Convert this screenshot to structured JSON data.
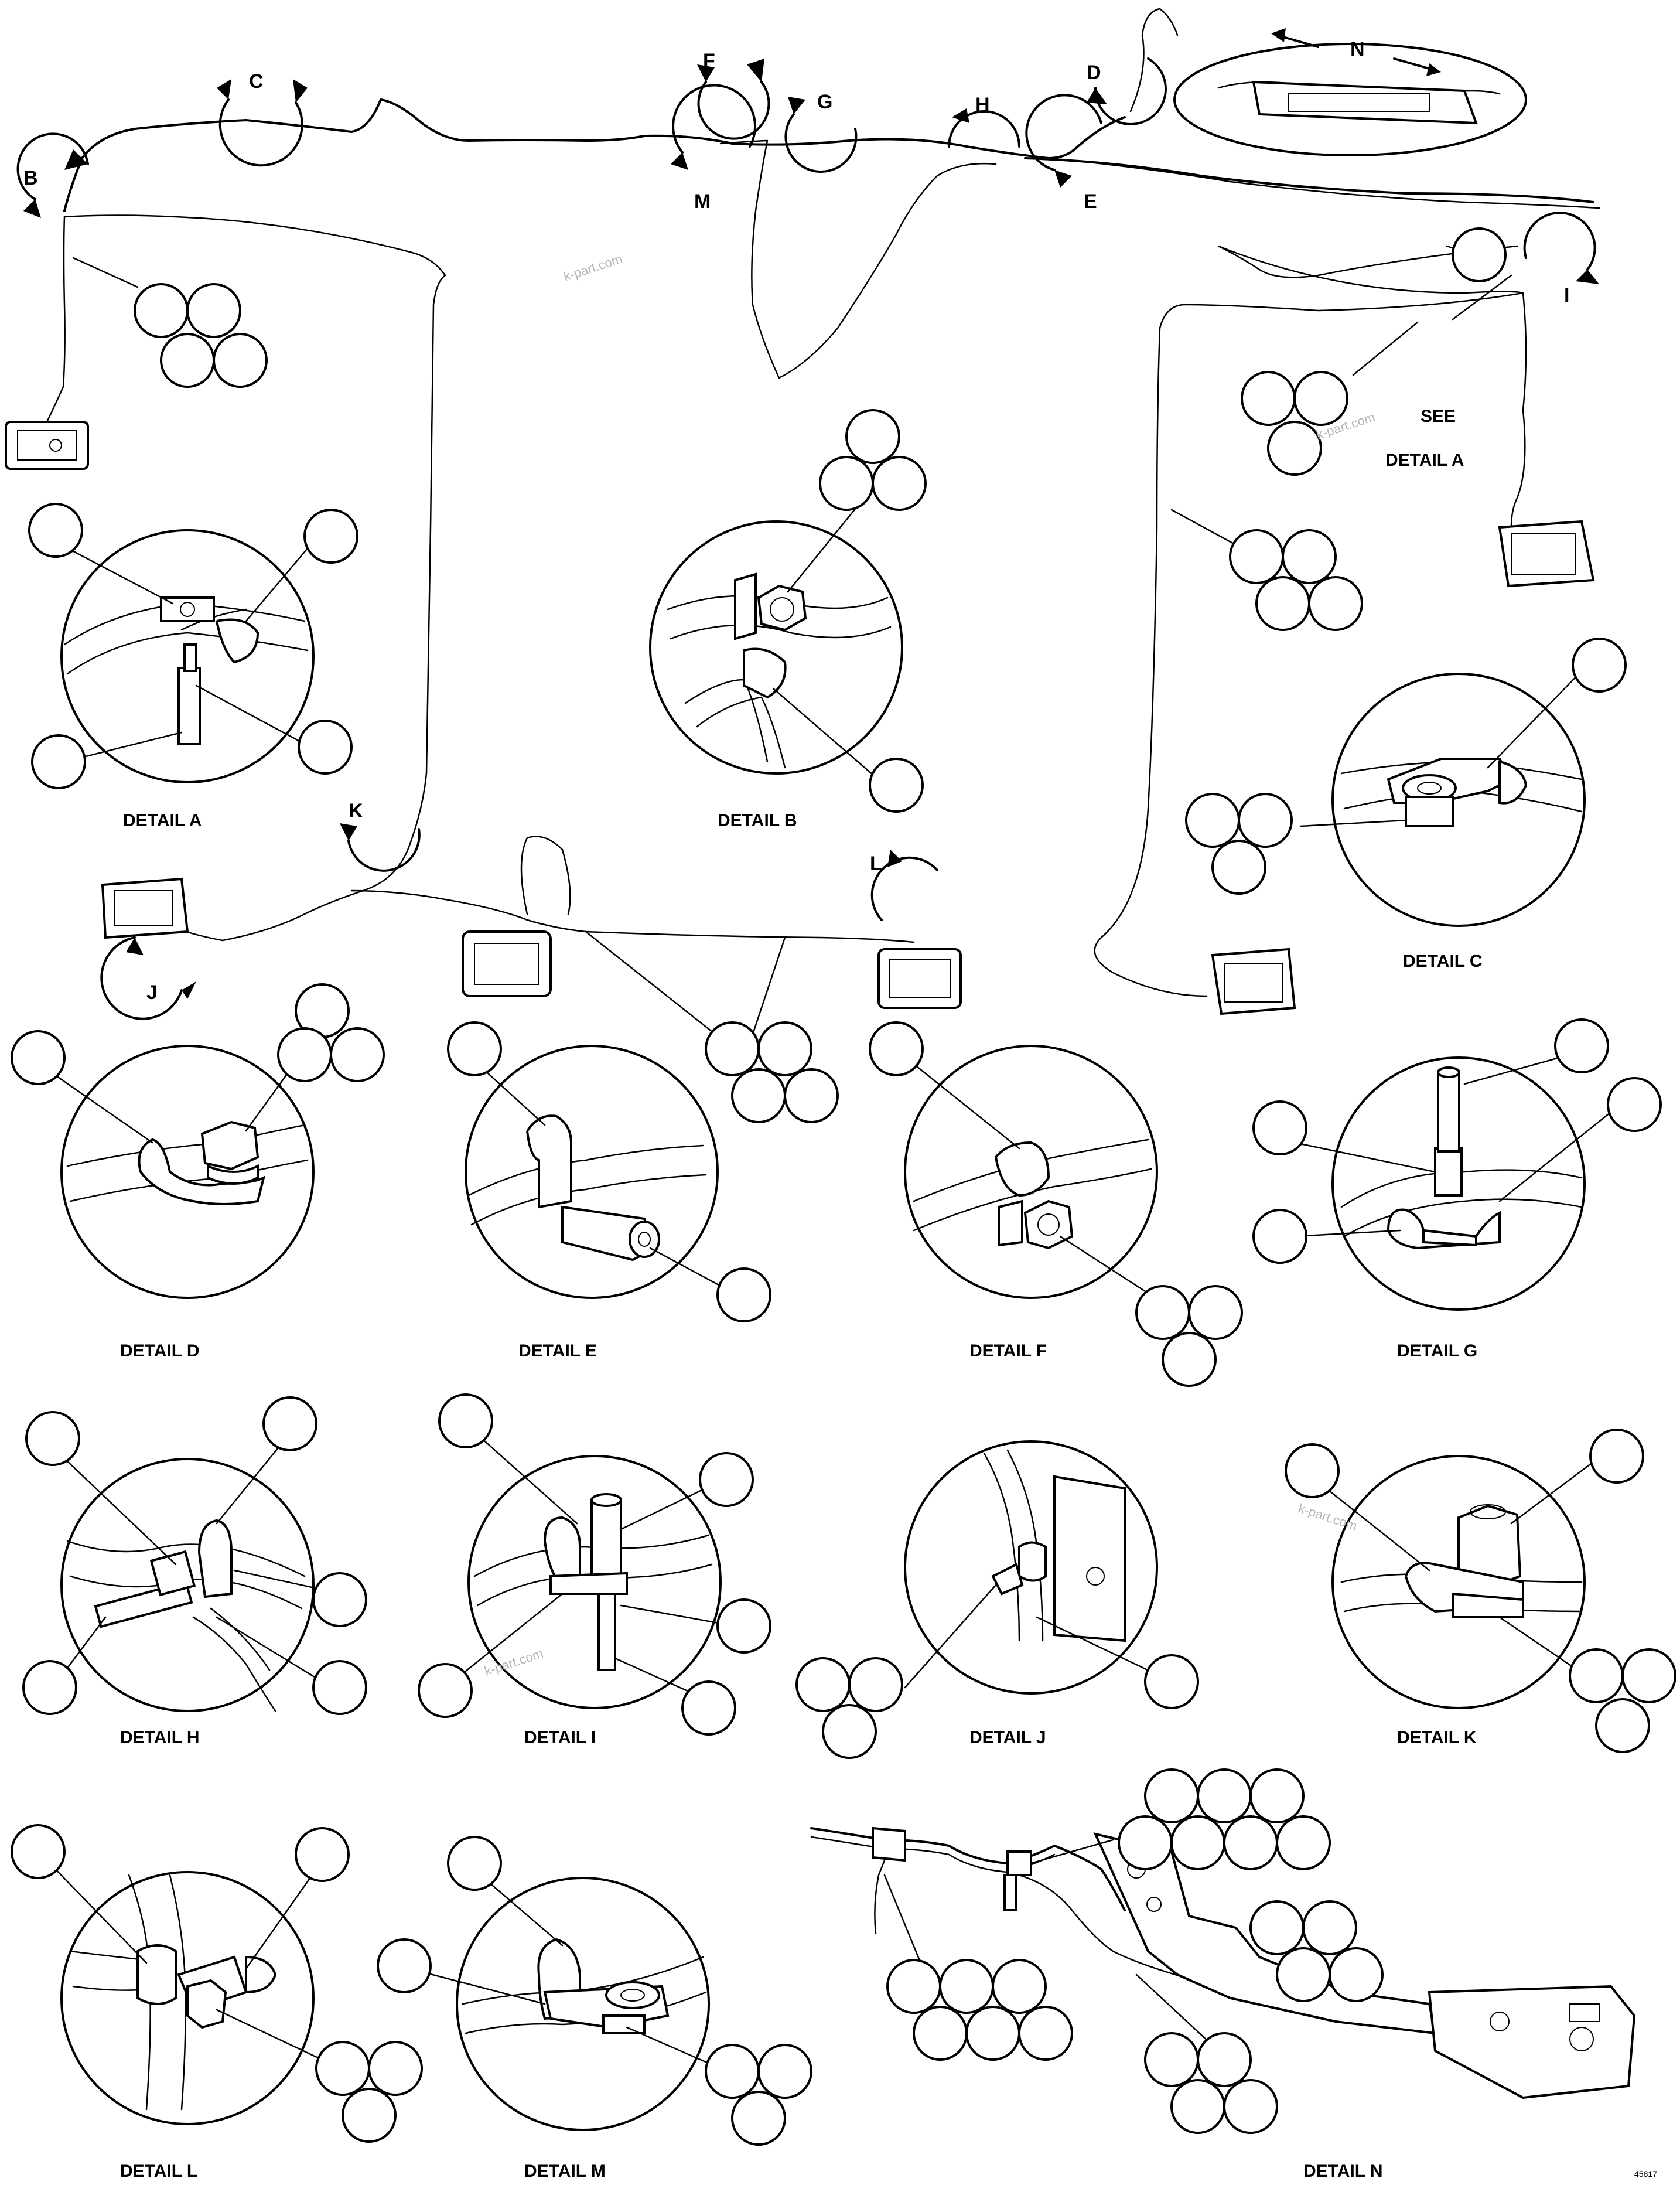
{
  "view_labels": [
    "B",
    "C",
    "F",
    "G",
    "M",
    "H",
    "D",
    "E",
    "N",
    "I",
    "K",
    "J",
    "L"
  ],
  "see_label": "SEE",
  "see_detail": "DETAIL A",
  "detail_titles": [
    "DETAIL A",
    "DETAIL B",
    "DETAIL C",
    "DETAIL D",
    "DETAIL E",
    "DETAIL F",
    "DETAIL G",
    "DETAIL H",
    "DETAIL I",
    "DETAIL J",
    "DETAIL K",
    "DETAIL L",
    "DETAIL M",
    "DETAIL N"
  ],
  "watermark": "k-part.com",
  "figure_id": "45817"
}
